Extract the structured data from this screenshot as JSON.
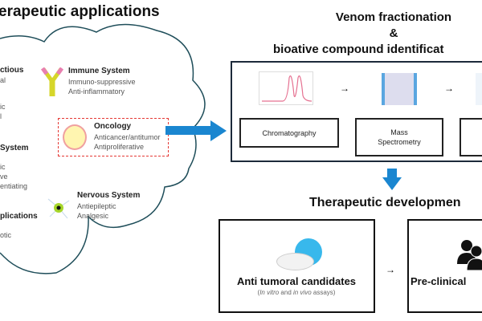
{
  "left_title": "erapeutic applications",
  "cloud": {
    "infectious": {
      "title": "ctious",
      "lines": [
        "al",
        "ic",
        "l"
      ]
    },
    "immune": {
      "title": "Immune System",
      "lines": [
        "Immuno-suppressive",
        "Anti-inflammatory"
      ]
    },
    "oncology": {
      "title": "Oncology",
      "lines": [
        "Anticancer/antitumor",
        "Antiproliferative"
      ]
    },
    "system2": {
      "title": "System",
      "lines": [
        "ic",
        "ve",
        "entiating"
      ]
    },
    "nervous": {
      "title": "Nervous System",
      "lines": [
        "Antiepileptic",
        "Analgesic"
      ]
    },
    "applications": {
      "title": "plications",
      "lines": [
        "otic"
      ]
    }
  },
  "venom": {
    "title_1": "Venom fractionation",
    "title_2": "&",
    "title_3": "bioative compound identificat",
    "steps": [
      "Chromatography",
      "Mass Spectrometry"
    ]
  },
  "development": {
    "title": "Therapeutic developmen",
    "candidates_title": "Anti tumoral candidates",
    "candidates_sub_1": "In vitro",
    "candidates_sub_2": " and ",
    "candidates_sub_3": "in vivo",
    "candidates_sub_4": " assays)",
    "preclinical": "Pre-clinical"
  },
  "colors": {
    "arrow": "#1a86d0",
    "cloud_stroke": "#1f4e5a",
    "highlight": "#e53935"
  }
}
